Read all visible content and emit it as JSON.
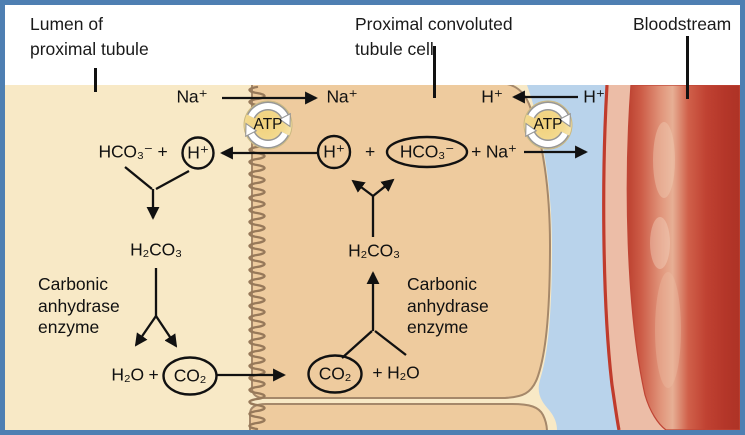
{
  "diagram": {
    "title_labels": {
      "lumen": "Lumen of\nproximal tubule",
      "cell": "Proximal convoluted\ntubule cell",
      "bloodstream": "Bloodstream"
    },
    "enzyme_label": "Carbonic\nanhydrase\nenzyme",
    "molecules": {
      "na": "Na⁺",
      "h": "H⁺",
      "hco3": "HCO₃⁻",
      "hco3_plus": "HCO₃⁻ +",
      "plus": "+",
      "plus_na": "+ Na⁺",
      "h2co3": "H₂CO₃",
      "h2o_plus": "H₂O +",
      "plus_h2o": "+ H₂O",
      "co2": "CO₂",
      "atp": "ATP"
    },
    "colors": {
      "frame_border": "#4e7fb2",
      "lumen_fill": "#f8e9c6",
      "cell_fill": "#eecb9e",
      "cell_outline": "#a5886a",
      "interstitial_fill": "#b9d3eb",
      "vessel_wall_pink": "#ecbda7",
      "vessel_edge_red": "#c03b2c",
      "blood_red": "#c24434",
      "atp_pump_yellow": "#f2d788",
      "ink": "#111111"
    }
  }
}
